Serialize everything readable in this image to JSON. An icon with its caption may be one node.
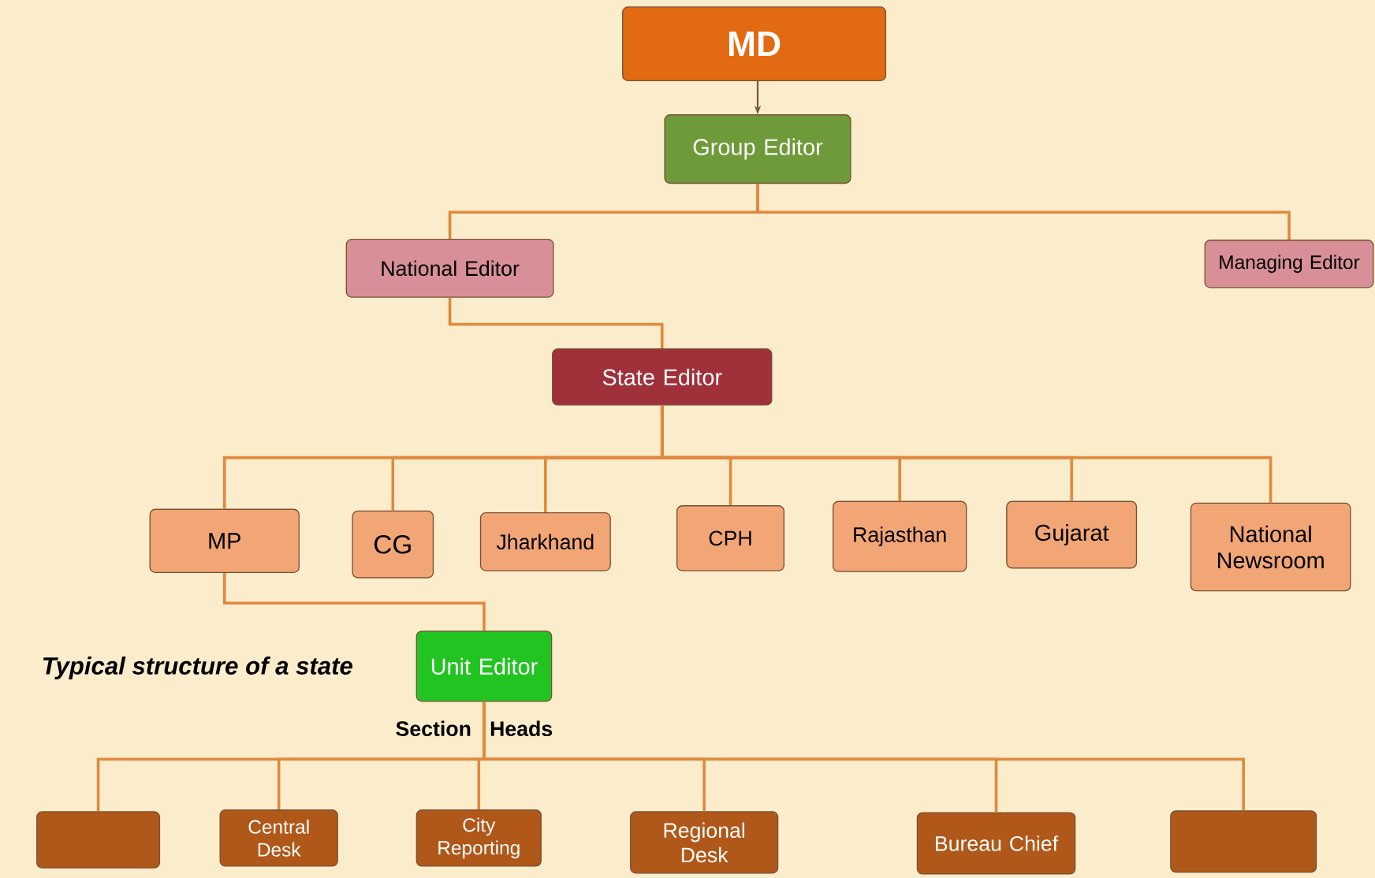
{
  "diagram": {
    "nodes": [
      {
        "text": [
          "MD"
        ]
      },
      {
        "text": [
          "Group Editor"
        ]
      },
      {
        "text": [
          "National Editor"
        ]
      },
      {
        "text": [
          "Managing Editor"
        ]
      },
      {
        "text": [
          "State Editor"
        ]
      },
      {
        "text": [
          "MP"
        ]
      },
      {
        "text": [
          "CG"
        ]
      },
      {
        "text": [
          "Jharkhand"
        ]
      },
      {
        "text": [
          "CPH"
        ]
      },
      {
        "text": [
          "Rajasthan"
        ]
      },
      {
        "text": [
          "Gujarat"
        ]
      },
      {
        "text": [
          "National Newsroom"
        ]
      },
      {
        "text": [
          "Unit Editor"
        ]
      },
      {
        "text": [],
        "shape": "box"
      },
      {
        "text": [
          "Central Desk"
        ]
      },
      {
        "text": [
          "City Reporting"
        ]
      },
      {
        "text": [
          "Regional Desk"
        ]
      },
      {
        "text": [
          "Bureau Chief"
        ]
      },
      {
        "text": [],
        "shape": "box"
      }
    ],
    "edges": [
      {
        "from": 0,
        "to": 1,
        "arrow": "to",
        "color": "#7a5a3a"
      },
      {
        "from": 1,
        "to": 2,
        "arrow": "none"
      },
      {
        "from": 1,
        "to": 3,
        "arrow": "none"
      },
      {
        "from": 2,
        "to": 4,
        "arrow": "none"
      },
      {
        "from": 4,
        "to": 5,
        "arrow": "none"
      },
      {
        "from": 4,
        "to": 6,
        "arrow": "none"
      },
      {
        "from": 4,
        "to": 7,
        "arrow": "none"
      },
      {
        "from": 4,
        "to": 8,
        "arrow": "none"
      },
      {
        "from": 4,
        "to": 9,
        "arrow": "none"
      },
      {
        "from": 4,
        "to": 10,
        "arrow": "none"
      },
      {
        "from": 4,
        "to": 11,
        "arrow": "none"
      },
      {
        "from": 5,
        "to": 12,
        "arrow": "none"
      },
      {
        "from": 12,
        "to": 13,
        "arrow": "none"
      },
      {
        "from": 12,
        "to": 14,
        "arrow": "none"
      },
      {
        "from": 12,
        "to": 15,
        "arrow": "none"
      },
      {
        "from": 12,
        "to": 16,
        "arrow": "none"
      },
      {
        "from": 12,
        "to": 17,
        "arrow": "none"
      },
      {
        "from": 12,
        "to": 18,
        "arrow": "none"
      }
    ],
    "labels": [
      "Typical structure of a state",
      "Section",
      "Heads"
    ]
  }
}
